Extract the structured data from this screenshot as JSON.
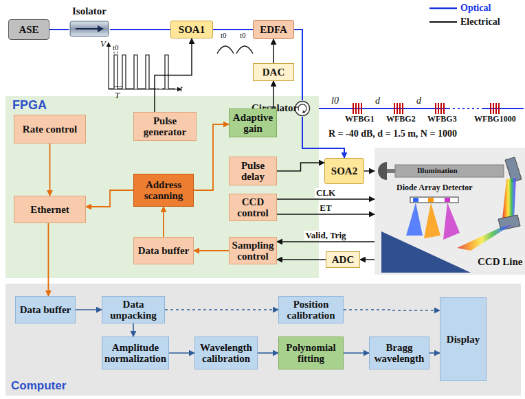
{
  "diagram": {
    "nodes": [
      {
        "text": [
          "ASE"
        ]
      },
      {
        "text": [
          "Isolator"
        ]
      },
      {
        "text": [
          "SOA1"
        ]
      },
      {
        "text": [
          "EDFA"
        ]
      },
      {
        "text": [
          "DAC"
        ]
      },
      {
        "text": [
          "Circulator"
        ]
      },
      {
        "text": [
          "FPGA"
        ]
      },
      {
        "text": [
          "Rate control"
        ],
        "in": 6
      },
      {
        "text": [
          "Pulse generator"
        ],
        "in": 6
      },
      {
        "text": [
          "Adaptive gain"
        ],
        "in": 6
      },
      {
        "text": [
          "Pulse delay"
        ],
        "in": 6
      },
      {
        "text": [
          "Address scanning"
        ],
        "in": 6
      },
      {
        "text": [
          "CCD control"
        ],
        "in": 6
      },
      {
        "text": [
          "Ethernet"
        ],
        "in": 6
      },
      {
        "text": [
          "Data buffer"
        ],
        "in": 6
      },
      {
        "text": [
          "Sampling control"
        ],
        "in": 6
      },
      {
        "text": [
          "SOA2"
        ]
      },
      {
        "text": [
          "Illumination",
          "Diode Array Detector",
          "CCD Line"
        ]
      },
      {
        "text": [
          "ADC"
        ]
      },
      {
        "text": [
          "Computer"
        ]
      },
      {
        "text": [
          "Data buffer"
        ],
        "in": 19
      },
      {
        "text": [
          "Data unpacking"
        ],
        "in": 19
      },
      {
        "text": [
          "Position calibration"
        ],
        "in": 19
      },
      {
        "text": [
          "Display"
        ],
        "in": 19
      },
      {
        "text": [
          "Amplitude normalization"
        ],
        "in": 19
      },
      {
        "text": [
          "Wavelength calibration"
        ],
        "in": 19
      },
      {
        "text": [
          "Polynomial fitting"
        ],
        "in": 19
      },
      {
        "text": [
          "Bragg wavelength"
        ],
        "in": 19
      }
    ],
    "edges": [
      {
        "from": 0,
        "to": 1,
        "arrow": "none"
      },
      {
        "from": 1,
        "to": 2,
        "arrow": "none"
      },
      {
        "from": 2,
        "to": 3,
        "arrow": "none"
      },
      {
        "from": 3,
        "to": 5,
        "arrow": "none"
      },
      {
        "from": 5,
        "to": 16,
        "arrow": "to"
      },
      {
        "from": 8,
        "to": 2,
        "arrow": "to"
      },
      {
        "from": 4,
        "to": 3,
        "arrow": "to"
      },
      {
        "from": 9,
        "to": 4,
        "arrow": "to"
      },
      {
        "from": 7,
        "to": 13,
        "arrow": "to"
      },
      {
        "from": 11,
        "to": 13,
        "arrow": "to"
      },
      {
        "from": 11,
        "to": 9,
        "arrow": "to"
      },
      {
        "from": 14,
        "to": 11,
        "arrow": "to"
      },
      {
        "from": 15,
        "to": 14,
        "arrow": "to"
      },
      {
        "from": 10,
        "to": 16,
        "arrow": "to"
      },
      {
        "from": 12,
        "to": 17,
        "label": "CLK",
        "arrow": "to"
      },
      {
        "from": 12,
        "to": 17,
        "label": "ET",
        "arrow": "to"
      },
      {
        "from": 17,
        "to": 15,
        "label": "Valid, Trig",
        "arrow": "to"
      },
      {
        "from": 17,
        "to": 18,
        "arrow": "to"
      },
      {
        "from": 18,
        "to": 15,
        "arrow": "to"
      },
      {
        "from": 16,
        "to": 17,
        "arrow": "to"
      },
      {
        "from": 13,
        "to": 20,
        "arrow": "to"
      },
      {
        "from": 20,
        "to": 21,
        "arrow": "to"
      },
      {
        "from": 21,
        "to": 22,
        "arrow": "to"
      },
      {
        "from": 22,
        "to": 23,
        "arrow": "to"
      },
      {
        "from": 21,
        "to": 24,
        "arrow": "to"
      },
      {
        "from": 24,
        "to": 25,
        "arrow": "to"
      },
      {
        "from": 25,
        "to": 26,
        "arrow": "to"
      },
      {
        "from": 26,
        "to": 27,
        "arrow": "to"
      },
      {
        "from": 27,
        "to": 23,
        "arrow": "to"
      }
    ],
    "labels": [
      "V",
      "t0",
      "T",
      "t",
      "t0",
      "t0",
      "l0",
      "d",
      "d",
      "WFBG1",
      "WFBG2",
      "WFBG3",
      "WFBG1000",
      "R = -40 dB, d = 1.5 m, N = 1000"
    ],
    "legend": [
      {
        "text": "Optical"
      },
      {
        "text": "Electrical"
      }
    ]
  }
}
